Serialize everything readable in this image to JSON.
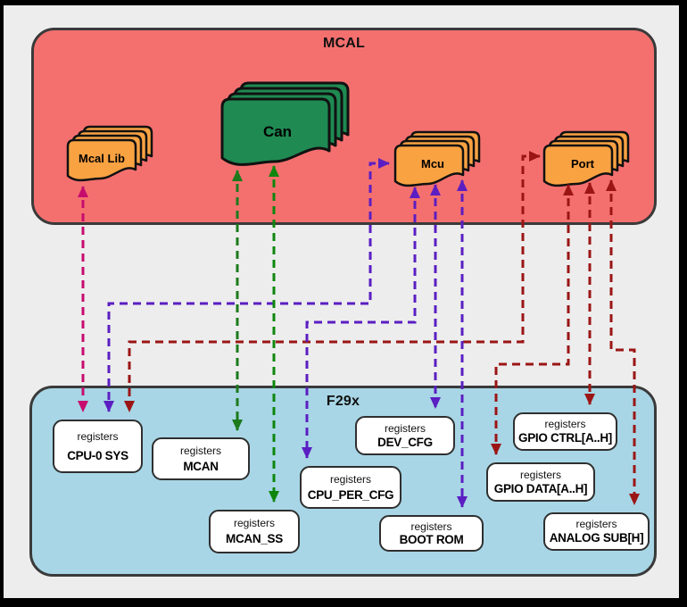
{
  "diagram": {
    "top_container": {
      "title": "MCAL",
      "fill": "#F4706F"
    },
    "bottom_container": {
      "title": "F29x",
      "fill": "#A8D6E6"
    },
    "modules": [
      {
        "id": "mcal-lib",
        "label": "Mcal Lib",
        "color": "#F9A242"
      },
      {
        "id": "can",
        "label": "Can",
        "color": "#1F8A52"
      },
      {
        "id": "mcu",
        "label": "Mcu",
        "color": "#F9A242"
      },
      {
        "id": "port",
        "label": "Port",
        "color": "#F9A242"
      }
    ],
    "registers_label": "registers",
    "register_blocks": [
      {
        "id": "cpu0-sys",
        "name": "CPU-0 SYS"
      },
      {
        "id": "mcan",
        "name": "MCAN"
      },
      {
        "id": "cpu-per-cfg",
        "name": "CPU_PER_CFG"
      },
      {
        "id": "mcan-ss",
        "name": "MCAN_SS"
      },
      {
        "id": "dev-cfg",
        "name": "DEV_CFG"
      },
      {
        "id": "boot-rom",
        "name": "BOOT ROM"
      },
      {
        "id": "gpio-ctrl",
        "name": "GPIO CTRL[A..H]"
      },
      {
        "id": "gpio-data",
        "name": "GPIO DATA[A..H]"
      },
      {
        "id": "analog-sub",
        "name": "ANALOG SUB[H]"
      }
    ],
    "connections": [
      {
        "from": "CPU-0 SYS",
        "to": "Mcal Lib",
        "color": "#C60C6E",
        "style": "dashed",
        "bidirectional": true
      },
      {
        "from": "CPU-0 SYS",
        "to": "Mcu",
        "color": "#5B1EC2",
        "style": "dashed",
        "bidirectional": true
      },
      {
        "from": "CPU-0 SYS",
        "to": "Port",
        "color": "#9B1515",
        "style": "dashed",
        "bidirectional": true
      },
      {
        "from": "MCAN",
        "to": "Can",
        "color": "#1C7A1C",
        "style": "dashed",
        "bidirectional": true
      },
      {
        "from": "MCAN_SS",
        "to": "Can",
        "color": "#0E860E",
        "style": "dashed",
        "bidirectional": true
      },
      {
        "from": "CPU_PER_CFG",
        "to": "Mcu",
        "color": "#5B1EC2",
        "style": "dashed",
        "bidirectional": true
      },
      {
        "from": "DEV_CFG",
        "to": "Mcu",
        "color": "#5B1EC2",
        "style": "dashed",
        "bidirectional": true
      },
      {
        "from": "BOOT ROM",
        "to": "Mcu",
        "color": "#5B1EC2",
        "style": "dashed",
        "bidirectional": true
      },
      {
        "from": "GPIO CTRL[A..H]",
        "to": "Port",
        "color": "#9B1515",
        "style": "dashed",
        "bidirectional": true
      },
      {
        "from": "GPIO DATA[A..H]",
        "to": "Port",
        "color": "#9B1515",
        "style": "dashed",
        "bidirectional": true
      },
      {
        "from": "ANALOG SUB[H]",
        "to": "Port",
        "color": "#9B1515",
        "style": "dashed",
        "bidirectional": true
      }
    ]
  }
}
